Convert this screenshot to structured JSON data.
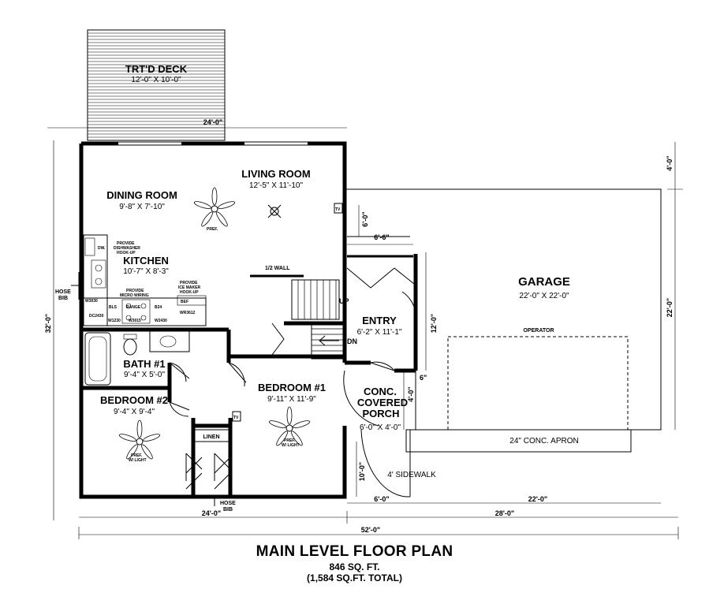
{
  "rooms": {
    "deck": {
      "name": "TRT'D DECK",
      "dims": "12'-0\" X 10'-0\""
    },
    "living": {
      "name": "LIVING ROOM",
      "dims": "12'-5\" X 11'-10\""
    },
    "dining": {
      "name": "DINING ROOM",
      "dims": "9'-8\" X 7'-10\""
    },
    "kitchen": {
      "name": "KITCHEN",
      "dims": "10'-7\" X 8'-3\""
    },
    "bath": {
      "name": "BATH #1",
      "dims": "9'-4\" X 5'-0\""
    },
    "bedroom2": {
      "name": "BEDROOM #2",
      "dims": "9'-4\" X 9'-4\""
    },
    "bedroom1": {
      "name": "BEDROOM #1",
      "dims": "9'-11\" X 11'-9\""
    },
    "entry": {
      "name": "ENTRY",
      "dims": "6'-2\" X 11'-1\""
    },
    "porch": {
      "line1": "CONC.",
      "line2": "COVERED",
      "line3": "PORCH",
      "dims": "6'-0\" X 4'-0\""
    },
    "garage": {
      "name": "GARAGE",
      "dims": "22'-0\" X 22'-0\"",
      "operator": "OPERATOR"
    }
  },
  "labels": {
    "half_wall": "1/2 WALL",
    "up": "UP",
    "dn": "DN",
    "linen": "LINEN",
    "apron": "24\" CONC. APRON",
    "sidewalk": "4' SIDEWALK",
    "hose_bib_left_1": "HOSE",
    "hose_bib_left_2": "BIB",
    "hose_bib_bottom_1": "HOSE",
    "hose_bib_bottom_2": "BIB",
    "tv": "TV",
    "prov_dw_1": "PROVIDE",
    "prov_dw_2": "DISHWASHER",
    "prov_dw_3": "HOOK-UP",
    "prov_ice_1": "PROVIDE",
    "prov_ice_2": "ICE MAKER",
    "prov_ice_3": "HOOK-UP",
    "prov_micro_1": "PROVIDE",
    "prov_micro_2": "MICRO WIRING",
    "dw": "DW.",
    "range": "RANGE",
    "bef": "BEF",
    "w3030": "W3030",
    "bls": "BLS",
    "b24": "B24",
    "dc2430": "DC2430",
    "w1230": "W1230",
    "w3015": "W3015",
    "w2430": "W2430",
    "wr3612": "WR3612",
    "fan_living": "PREF.",
    "fan_bed2_1": "PREF.",
    "fan_bed2_2": "W/ LIGHT",
    "fan_bed1_1": "PREF.",
    "fan_bed1_2": "W/ LIGHT"
  },
  "dimensions": {
    "top_width": "24'-0\"",
    "left_depth": "32'-0\"",
    "right_top": "4'-0\"",
    "right_garage": "22'-0\"",
    "entry_top": "6'-0\"",
    "entry_width": "6'-6\"",
    "entry_depth": "12'-0\"",
    "small_6": "6\"",
    "porch_side": "4'-0\"",
    "sidewalk": "10'-0\"",
    "bottom_house": "24'-0\"",
    "bottom_porch": "6'-0\"",
    "bottom_garage": "22'-0\"",
    "bottom_right": "28'-0\"",
    "overall": "52'-0\""
  },
  "footer": {
    "title": "MAIN LEVEL FLOOR PLAN",
    "sqft": "846 SQ. FT.",
    "total": "(1,584 SQ.FT. TOTAL)"
  }
}
